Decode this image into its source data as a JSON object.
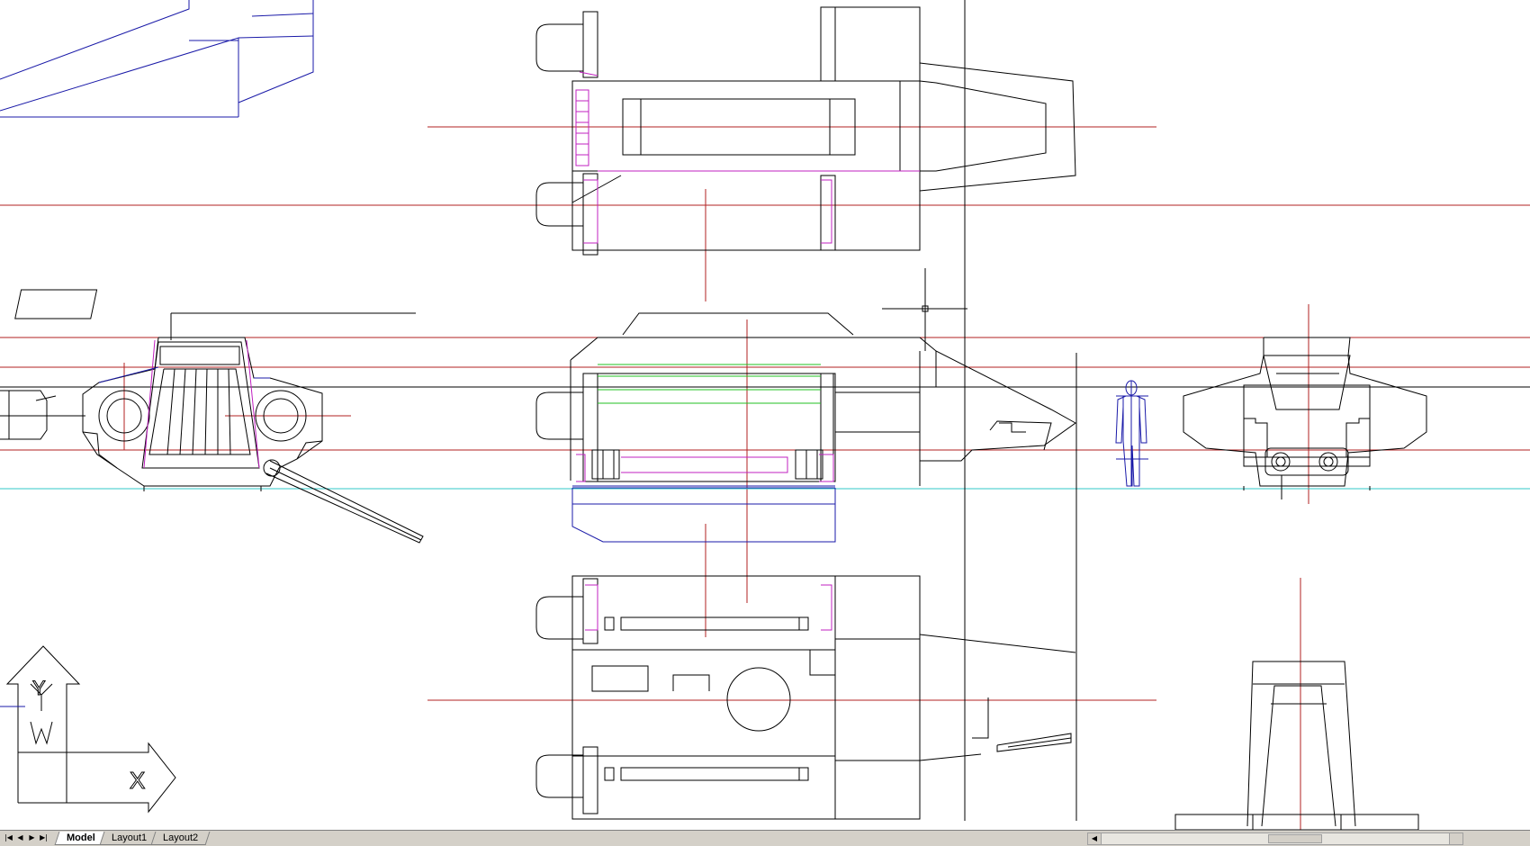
{
  "app": {
    "layout_tabs": [
      {
        "label": "Model",
        "active": true
      },
      {
        "label": "Layout1",
        "active": false
      },
      {
        "label": "Layout2",
        "active": false
      }
    ]
  },
  "drawing": {
    "ucs_icon": {
      "x_axis_label": "X",
      "y_axis_label": "Y"
    },
    "colors": {
      "background": "#ffffff",
      "object_lines": "#000000",
      "centerlines": "#b22222",
      "blue_layer": "#1a1aa8",
      "magenta_layer": "#c020c0",
      "green_layer": "#20c020",
      "cyan_layer": "#30c8c8"
    }
  },
  "icons": {
    "nav_first": "first-tab-arrow-icon",
    "nav_prev": "prev-tab-arrow-icon",
    "nav_next": "next-tab-arrow-icon",
    "nav_last": "last-tab-arrow-icon",
    "scroll_left": "scroll-left-arrow-icon"
  }
}
